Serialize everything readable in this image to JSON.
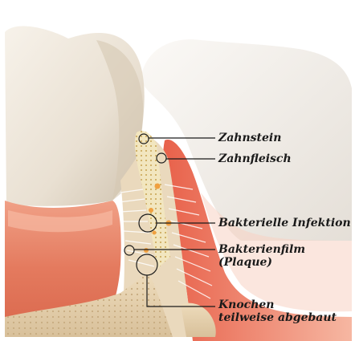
{
  "labels": {
    "zahnstein": "Zahnstein",
    "zahnfleisch": "Zahnfleisch",
    "bakterielle_infektion": "Bakterielle Infektion",
    "bakterienfilm": "Bakterienfilm",
    "plaque": "(Plaque)",
    "knochen_line1": "Knochen",
    "knochen_line2": "teilweise abgebaut"
  },
  "colors": {
    "tooth_enamel": "#efe7dc",
    "gum": "#e8765c",
    "gum_light": "#f2a48c",
    "bone": "#e6d3b2",
    "plaque_dots": "#c89a3a",
    "infection_dots": "#f0a040",
    "leader_line": "#1a1a1a"
  }
}
